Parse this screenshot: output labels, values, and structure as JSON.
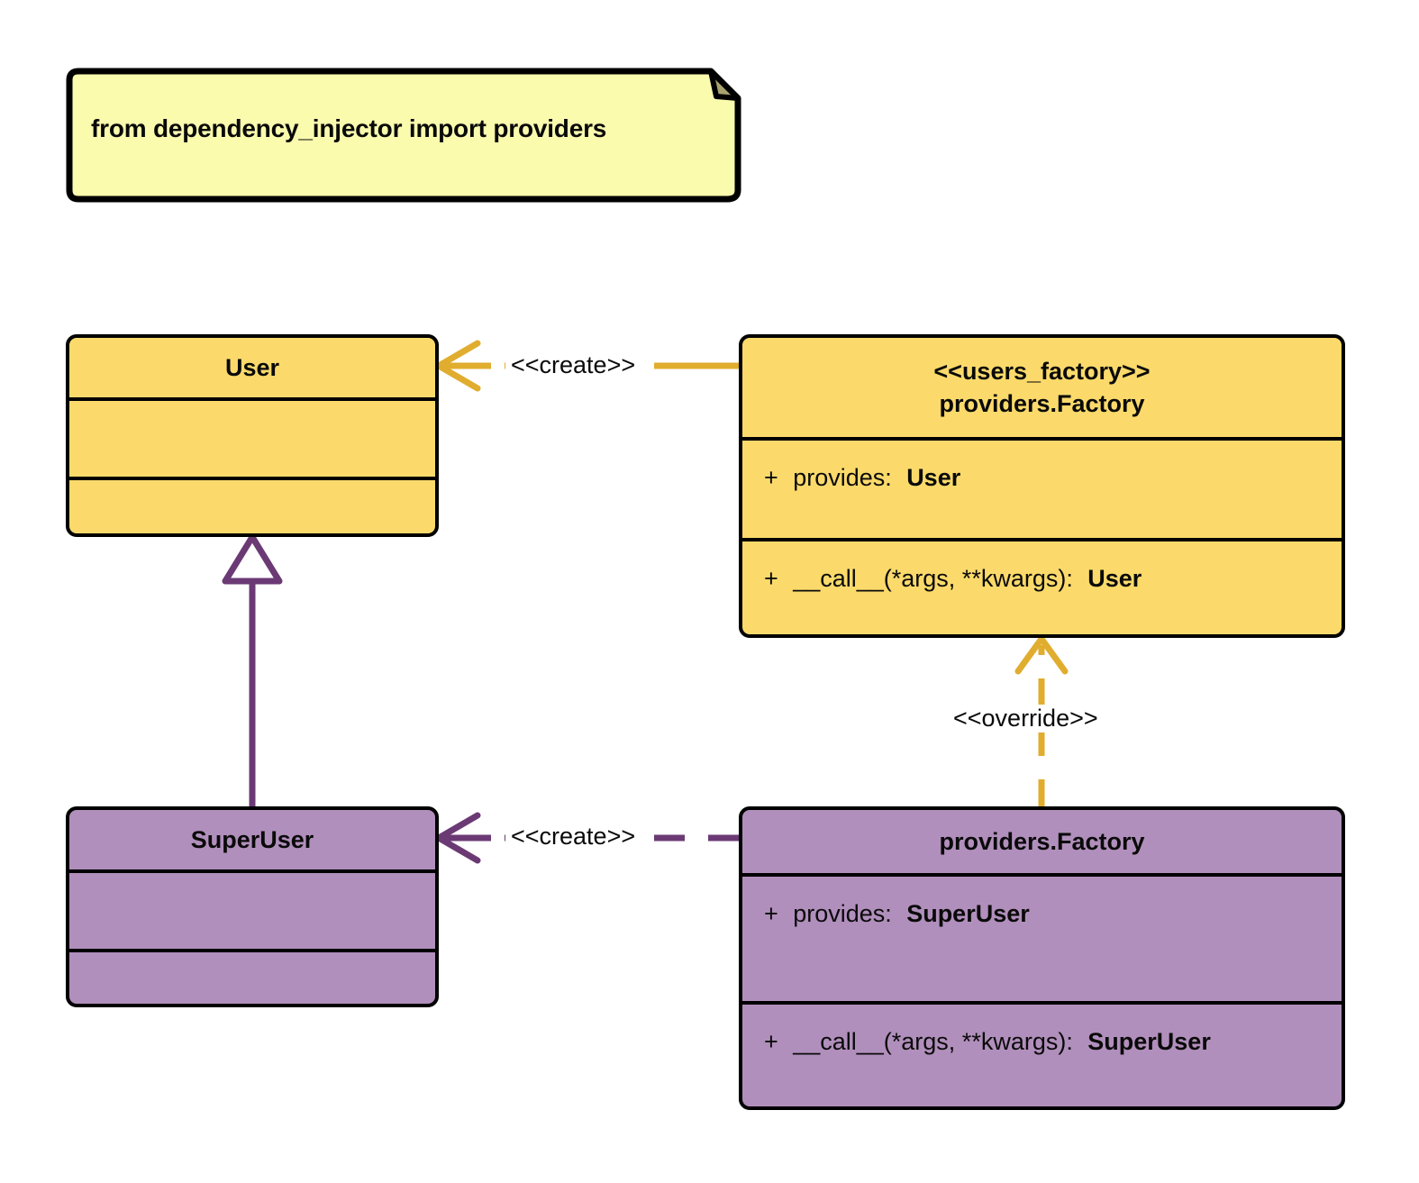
{
  "diagram": {
    "title": "dependency_injector providers Factory override UML class diagram",
    "type": "uml-class-diagram"
  },
  "note": {
    "name": "import-note",
    "text": "from dependency_injector import providers",
    "fill": "#FBFBAE",
    "fold_fill": "#A8A26E",
    "stroke": "#000000"
  },
  "palette": {
    "yellow_fill": "#FBDA6B",
    "purple_fill": "#B18FBC",
    "goldenrod_edge": "#E0AD2F",
    "purple_edge": "#6B3A75",
    "box_stroke": "#000000",
    "text": "#0A0A0A",
    "canvas": "#FFFFFF"
  },
  "classes": [
    {
      "id": "user",
      "name": "User",
      "stereotype": "",
      "fill": "#FBDA6B",
      "attributes": [],
      "methods": []
    },
    {
      "id": "users_factory",
      "stereotype": "<<users_factory>>",
      "name": "providers.Factory",
      "fill": "#FBDA6B",
      "attributes": [
        {
          "visibility": "+",
          "label": "provides:",
          "type": "User"
        }
      ],
      "methods": [
        {
          "visibility": "+",
          "label": "__call__(*args, **kwargs):",
          "type": "User"
        }
      ]
    },
    {
      "id": "superuser",
      "name": "SuperUser",
      "stereotype": "",
      "fill": "#B18FBC",
      "attributes": [],
      "methods": []
    },
    {
      "id": "providers_factory",
      "stereotype": "",
      "name": "providers.Factory",
      "fill": "#B18FBC",
      "attributes": [
        {
          "visibility": "+",
          "label": "provides:",
          "type": "SuperUser"
        }
      ],
      "methods": [
        {
          "visibility": "+",
          "label": "__call__(*args, **kwargs):",
          "type": "SuperUser"
        }
      ]
    }
  ],
  "relationships": [
    {
      "id": "create_user",
      "label": "<<create>>",
      "from": "users_factory",
      "to": "user",
      "style": "dashed",
      "arrow": "open",
      "color": "#E0AD2F"
    },
    {
      "id": "create_superuser",
      "label": "<<create>>",
      "from": "providers_factory",
      "to": "superuser",
      "style": "dashed",
      "arrow": "open",
      "color": "#6B3A75"
    },
    {
      "id": "override",
      "label": "<<override>>",
      "from": "providers_factory",
      "to": "users_factory",
      "style": "dashed",
      "arrow": "open",
      "color": "#E0AD2F"
    },
    {
      "id": "inherit",
      "label": "",
      "from": "superuser",
      "to": "user",
      "style": "solid",
      "arrow": "hollow-triangle",
      "color": "#6B3A75"
    }
  ]
}
